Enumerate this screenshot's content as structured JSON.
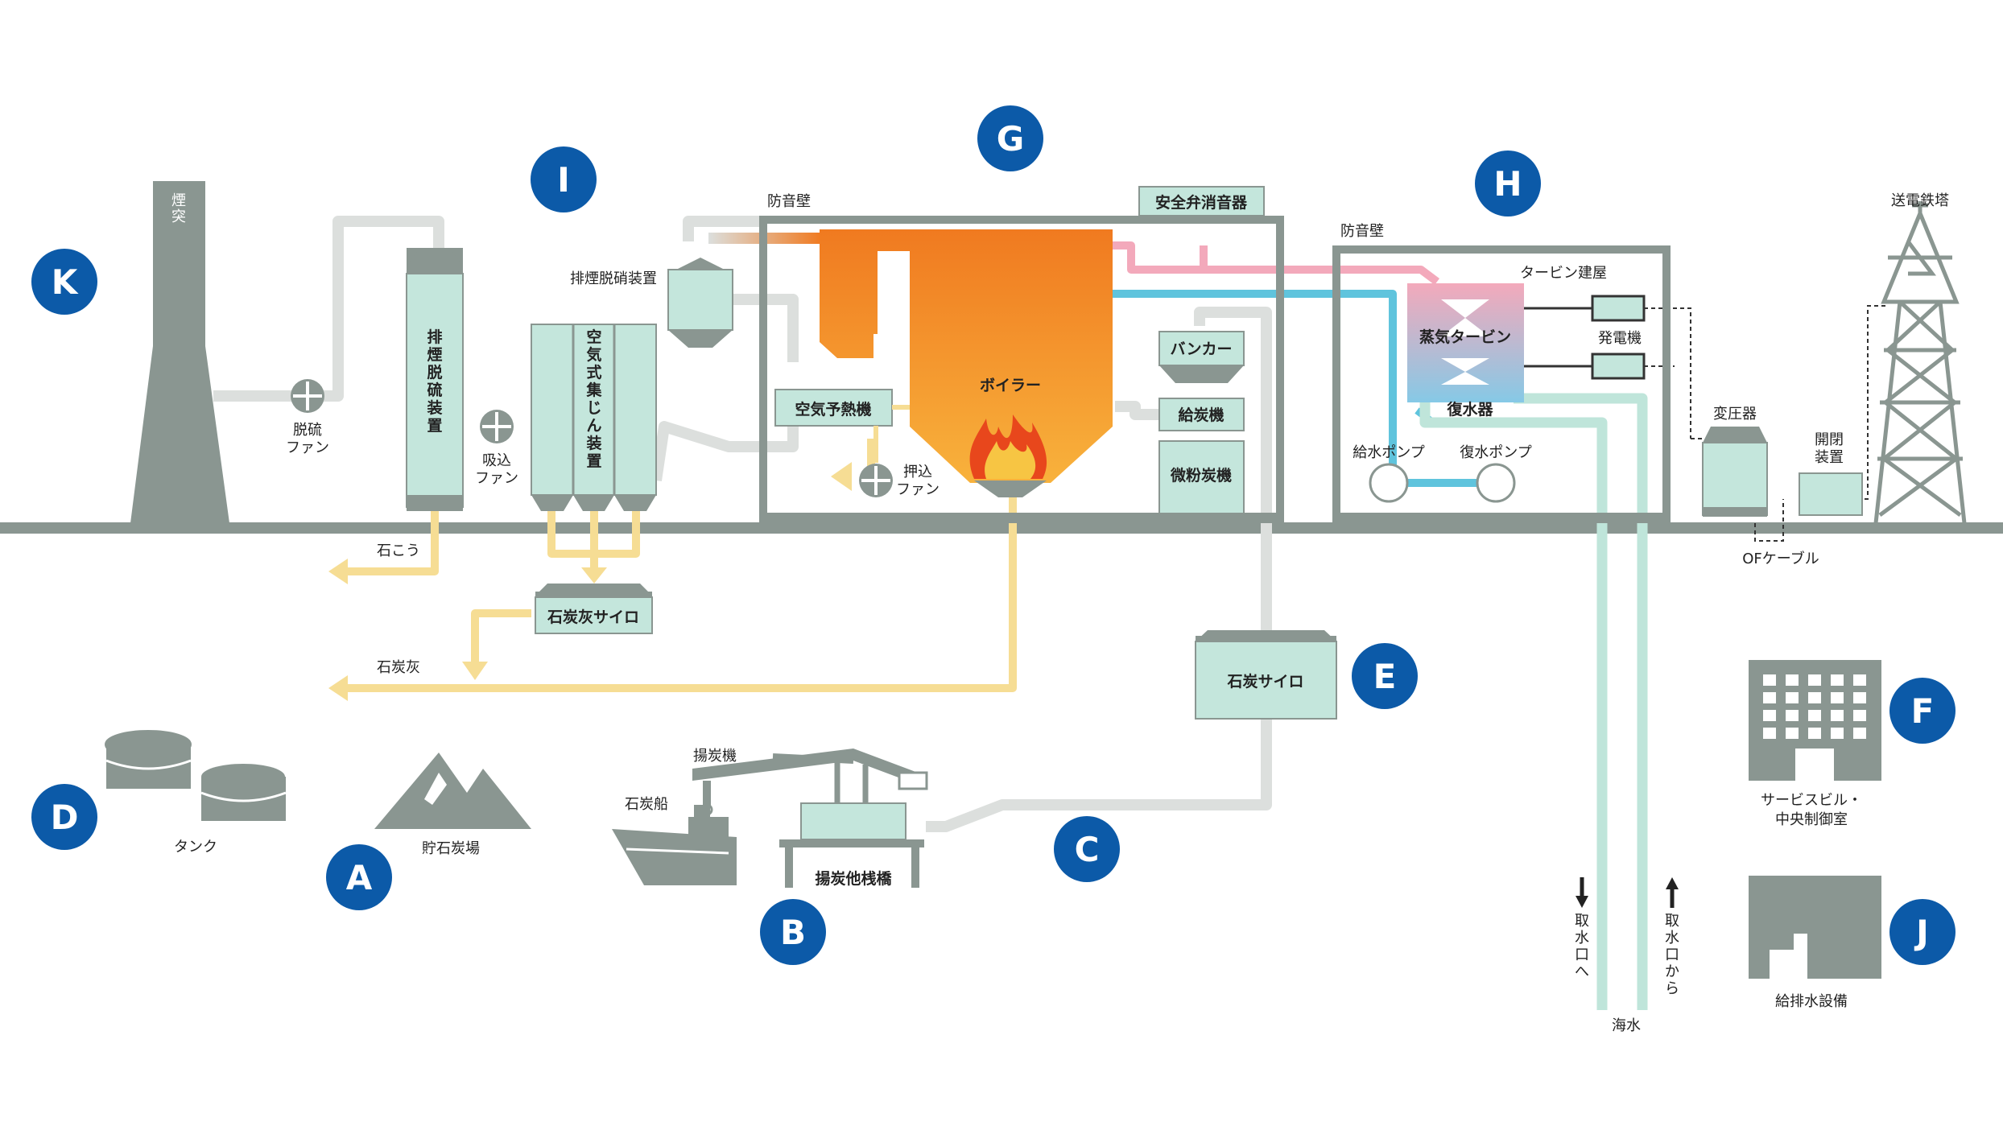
{
  "colors": {
    "gray": "#8a9691",
    "mint": "#c4e6dc",
    "mint_stroke": "#8a9691",
    "pipe_gray": "#dcdfdd",
    "ash": "#f6dd94",
    "steam_pink": "#f3a9bb",
    "water_blue": "#5fc4dd",
    "sea_mint": "#bfe5da",
    "boiler_top": "#f07a20",
    "boiler_bottom": "#f7ae3a",
    "marker": "#0c5aa8"
  },
  "markers": [
    "A",
    "B",
    "C",
    "D",
    "E",
    "F",
    "G",
    "H",
    "I",
    "J",
    "K"
  ],
  "labels": {
    "chimney": "煙突",
    "desulf_fan": "脱硫\nファン",
    "desulfurizer": "排煙脱硫装置",
    "intake_fan": "吸込\nファン",
    "esp": "空気式集じん装置",
    "denitrator": "排煙脱硝装置",
    "air_preheater": "空気予熱機",
    "push_fan": "押込\nファン",
    "boiler": "ボイラー",
    "soundwall_left": "防音壁",
    "soundwall_right": "防音壁",
    "safety_valve_muffler": "安全弁消音器",
    "bunker": "バンカー",
    "coal_feeder": "給炭機",
    "pulverizer": "微粉炭機",
    "turbine_building": "タービン建屋",
    "steam_turbine": "蒸気タービン",
    "generator": "発電機",
    "condenser": "復水器",
    "feedwater_pump": "給水ポンプ",
    "condensate_pump": "復水ポンプ",
    "transformer": "変圧器",
    "switchgear": "開閉\n装置",
    "tower": "送電鉄塔",
    "of_cable": "OFケーブル",
    "gypsum": "石こう",
    "coal_ash_silo": "石炭灰サイロ",
    "coal_ash": "石炭灰",
    "coal_silo": "石炭サイロ",
    "unloader": "揚炭機",
    "coal_ship": "石炭船",
    "pier": "揚炭他桟橋",
    "coal_yard": "貯石炭場",
    "tank": "タンク",
    "service_building": "サービスビル・\n中央制御室",
    "water_facility": "給排水設備",
    "to_intake": "取水口へ",
    "from_intake": "取水口から",
    "seawater": "海水"
  }
}
